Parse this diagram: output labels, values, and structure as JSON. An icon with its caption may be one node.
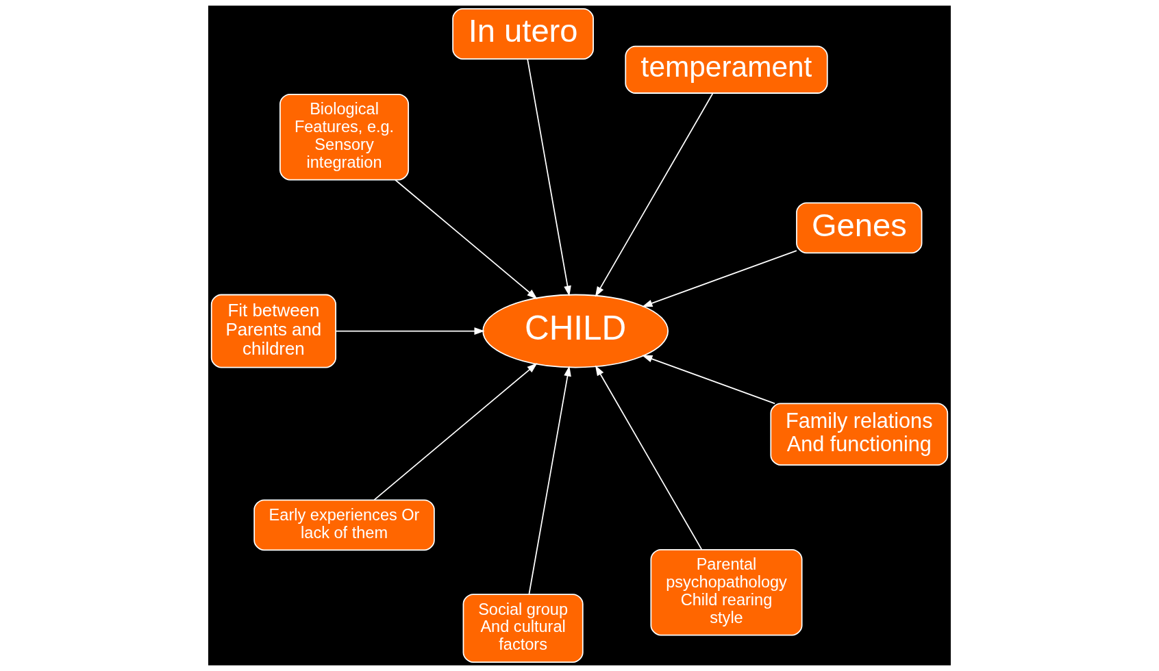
{
  "diagram": {
    "nodes": [
      {
        "text": [
          "Genes"
        ]
      },
      {
        "text": [
          "temperament"
        ]
      },
      {
        "text": [
          "In utero"
        ]
      },
      {
        "text": [
          "Biological Features, e.g. Sensory integration"
        ]
      },
      {
        "text": [
          "CHILD"
        ]
      },
      {
        "text": [
          "Fit between Parents and children"
        ]
      },
      {
        "text": [
          "Early experiences Or lack of them"
        ]
      },
      {
        "text": [
          "Social group And cultural factors"
        ]
      },
      {
        "text": [
          "Parental psychopathology Child rearing style"
        ]
      },
      {
        "text": [
          "Family relations And functioning"
        ]
      }
    ],
    "edges": [
      {
        "from": 0,
        "to": 4,
        "arrow": "to"
      },
      {
        "from": 1,
        "to": 4,
        "arrow": "to"
      },
      {
        "from": 2,
        "to": 4,
        "arrow": "to"
      },
      {
        "from": 3,
        "to": 4,
        "arrow": "to"
      },
      {
        "from": 5,
        "to": 4,
        "arrow": "to"
      },
      {
        "from": 6,
        "to": 4,
        "arrow": "to"
      },
      {
        "from": 7,
        "to": 4,
        "arrow": "to"
      },
      {
        "from": 8,
        "to": 4,
        "arrow": "to"
      },
      {
        "from": 9,
        "to": 4,
        "arrow": "to"
      }
    ]
  }
}
